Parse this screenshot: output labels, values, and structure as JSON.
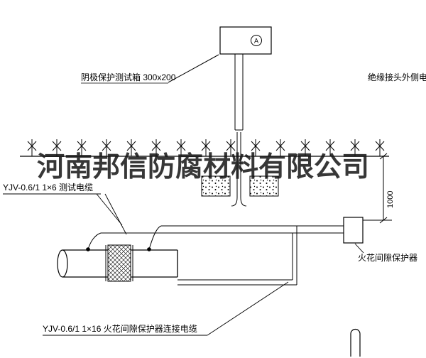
{
  "watermark": "河南邦信防腐材料有限公司",
  "labels": {
    "test_box": "阴极保护测试箱 300x200",
    "outer_cable": "绝缘接头外侧电缆",
    "test_cable": "YJV-0.6/1  1×6   测试电缆",
    "spark_gap": "火花间隙保护器",
    "connect_cable": "YJV-0.6/1  1×16   火花间隙保护器连接电缆",
    "dimension_1000": "1000",
    "ammeter": "A"
  },
  "colors": {
    "line": "#000000",
    "background": "#ffffff",
    "watermark": "rgba(22,22,22,0.86)"
  }
}
